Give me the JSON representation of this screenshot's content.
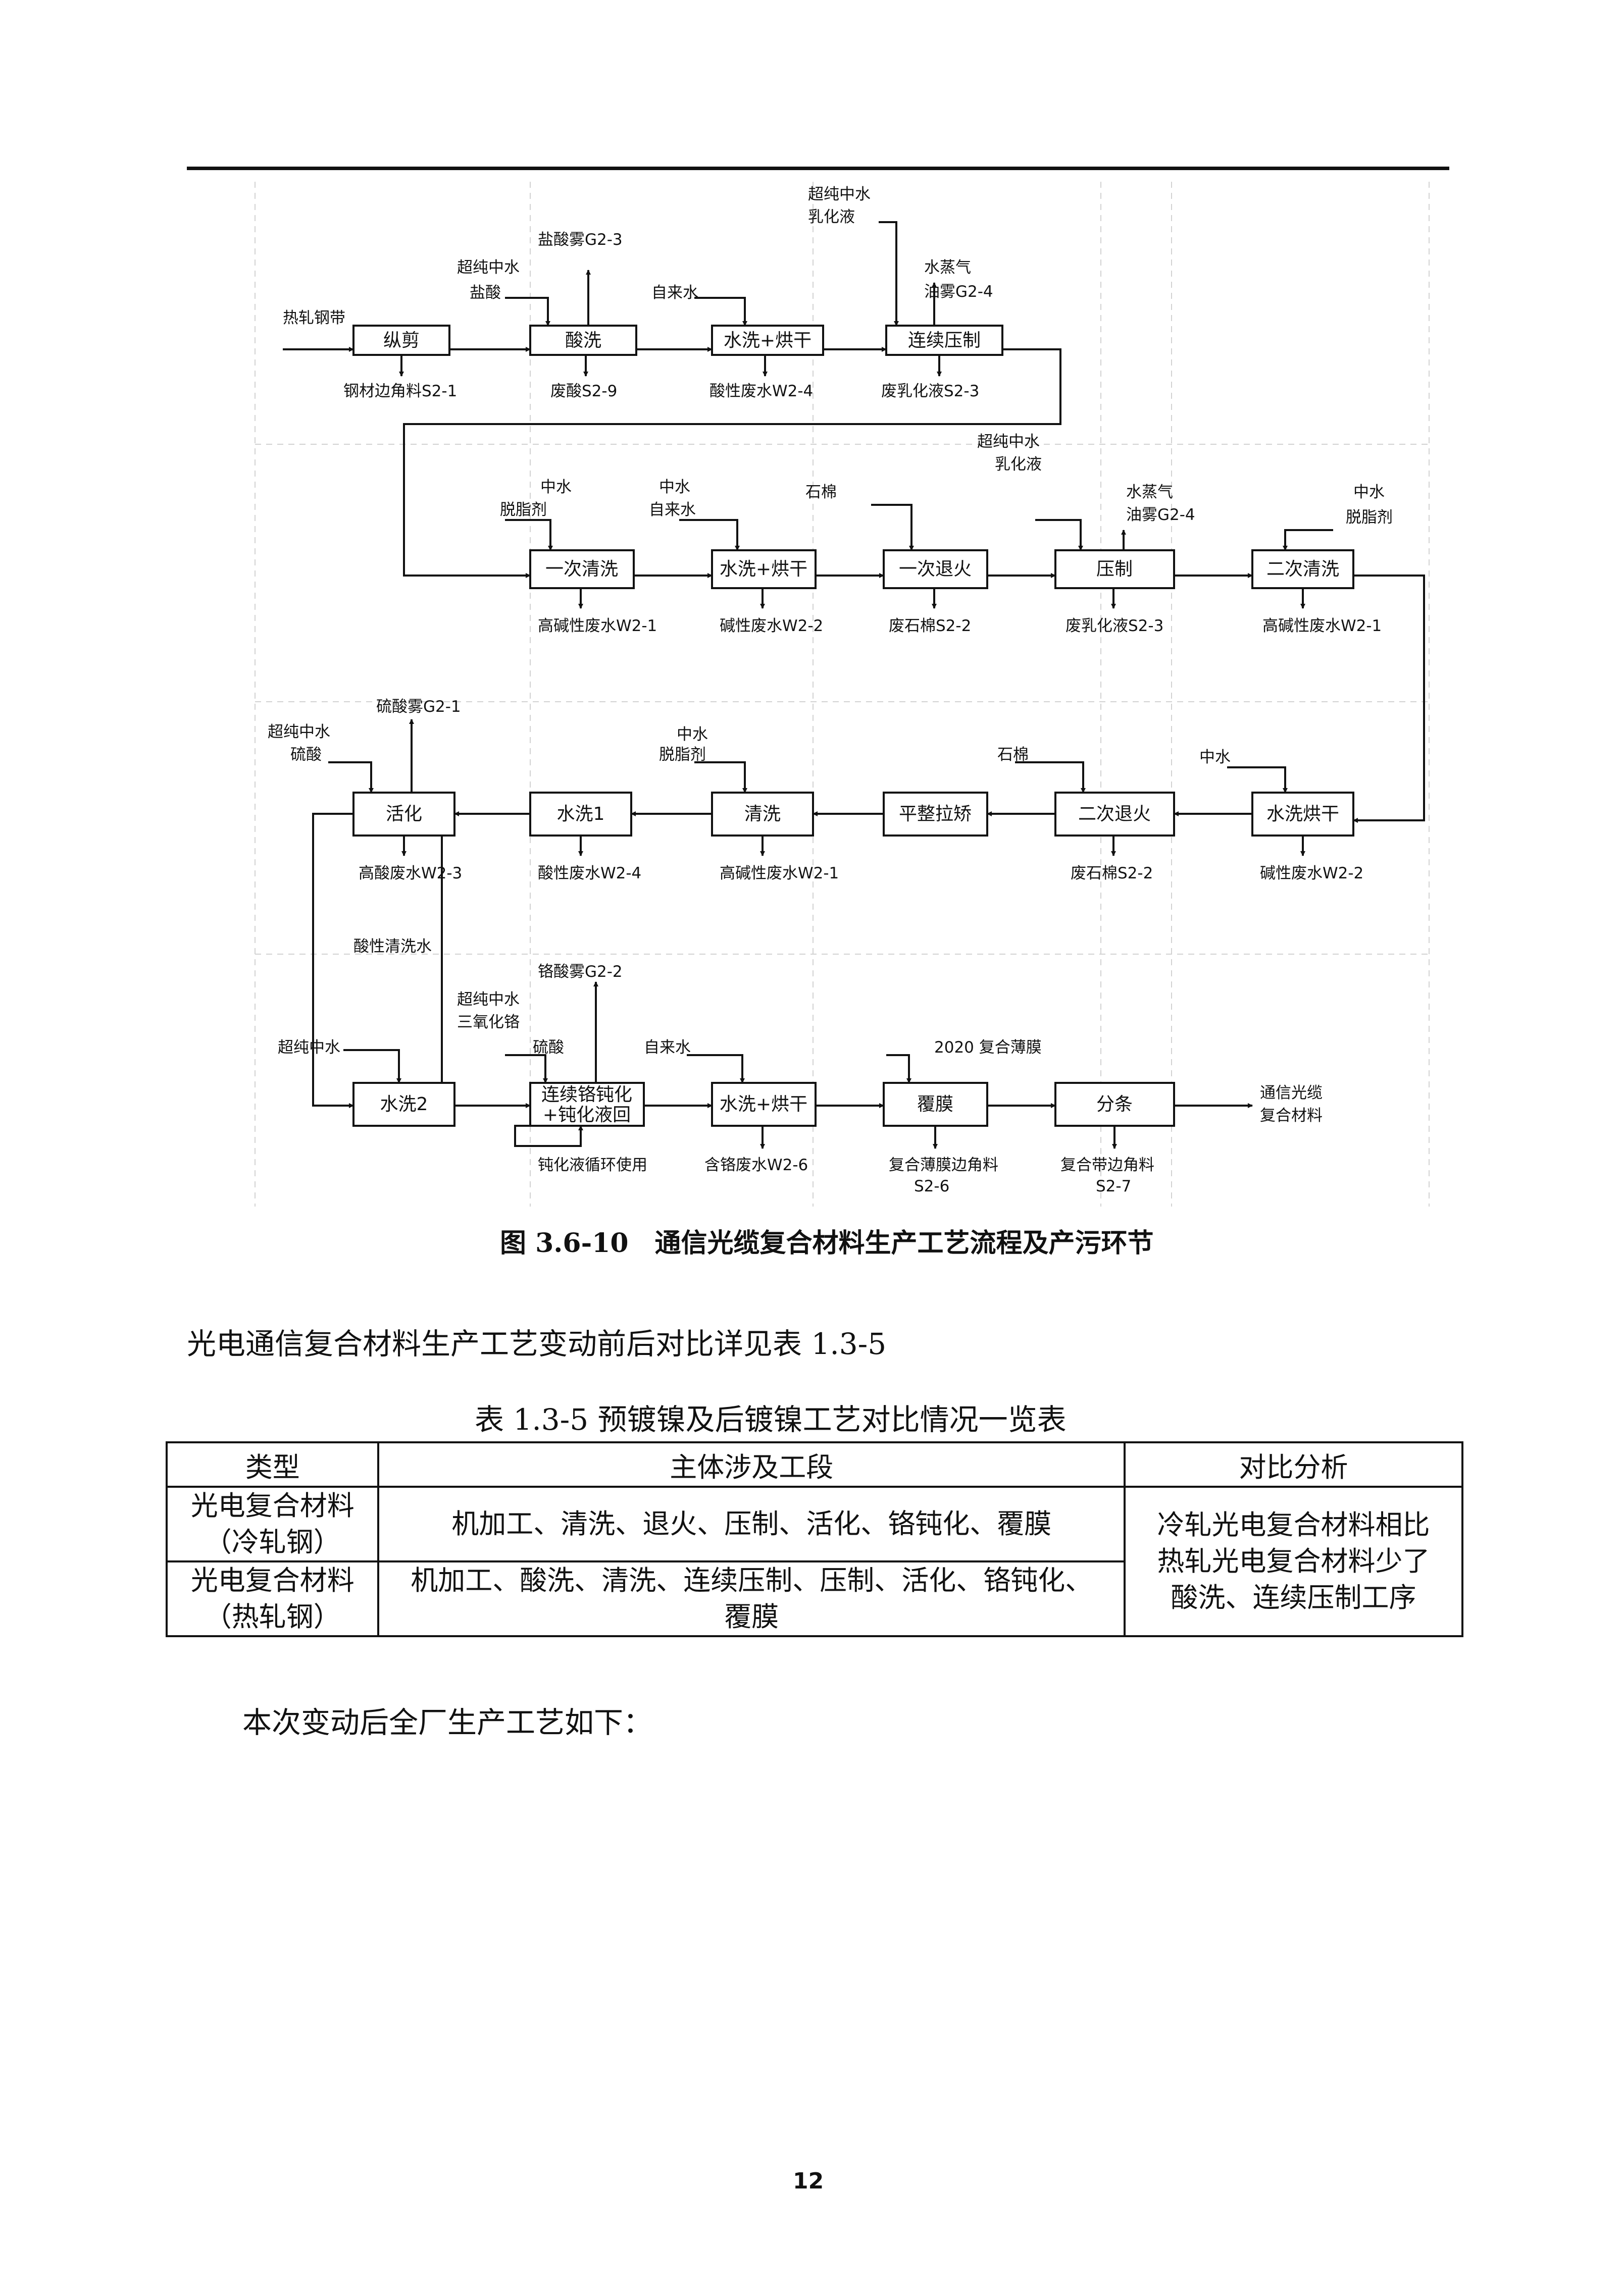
{
  "figure": {
    "caption": "图 3.6-10　通信光缆复合材料生产工艺流程及产污环节",
    "boxes": [
      "纵剪",
      "酸洗",
      "水洗+烘干",
      "连续压制",
      "一次清洗",
      "水洗+烘干",
      "一次退火",
      "压制",
      "二次清洗",
      "活化",
      "水洗1",
      "清洗",
      "平整拉矫",
      "二次退火",
      "水洗烘干",
      "水洗2",
      "连续铬钝化",
      "+钝化液回",
      "水洗+烘干",
      "覆膜",
      "分条"
    ],
    "labels": [
      "热轧钢带",
      "钢材边角料S2-1",
      "超纯中水",
      "盐酸",
      "盐酸雾G2-3",
      "废酸S2-9",
      "自来水",
      "酸性废水W2-4",
      "超纯中水",
      "乳化液",
      "水蒸气",
      "油雾G2-4",
      "废乳化液S2-3",
      "超纯中水",
      "乳化液",
      "中水",
      "脱脂剂",
      "高碱性废水W2-1",
      "中水",
      "自来水",
      "碱性废水W2-2",
      "石棉",
      "废石棉S2-2",
      "水蒸气",
      "油雾G2-4",
      "废乳化液S2-3",
      "中水",
      "脱脂剂",
      "高碱性废水W2-1",
      "硫酸雾G2-1",
      "超纯中水",
      "硫酸",
      "高酸废水W2-3",
      "酸性废水W2-4",
      "中水",
      "脱脂剂",
      "高碱性废水W2-1",
      "石棉",
      "废石棉S2-2",
      "中水",
      "碱性废水W2-2",
      "酸性清洗水",
      "铬酸雾G2-2",
      "超纯中水",
      "三氧化铬",
      "硫酸",
      "超纯中水",
      "自来水",
      "2020 复合薄膜",
      "通信光缆",
      "复合材料",
      "钝化液循环使用",
      "含铬废水W2-6",
      "复合薄膜边角料",
      "S2-6",
      "复合带边角料",
      "S2-7"
    ]
  },
  "intro_text": "光电通信复合材料生产工艺变动前后对比详见表 1.3-5",
  "table": {
    "caption": "表 1.3-5  预镀镍及后镀镍工艺对比情况一览表",
    "headers": [
      "类型",
      "主体涉及工段",
      "对比分析"
    ],
    "rows": [
      {
        "type_line1": "光电复合材料",
        "type_line2": "（冷轧钢）",
        "process": "机加工、清洗、退火、压制、活化、铬钝化、覆膜"
      },
      {
        "type_line1": "光电复合材料",
        "type_line2": "（热轧钢）",
        "process_line1": "机加工、酸洗、清洗、连续压制、压制、活化、铬钝化、",
        "process_line2": "覆膜"
      }
    ],
    "analysis": [
      "冷轧光电复合材料相比",
      "热轧光电复合材料少了",
      "酸洗、连续压制工序"
    ]
  },
  "closing_text": "本次变动后全厂生产工艺如下：",
  "page_number": "12"
}
